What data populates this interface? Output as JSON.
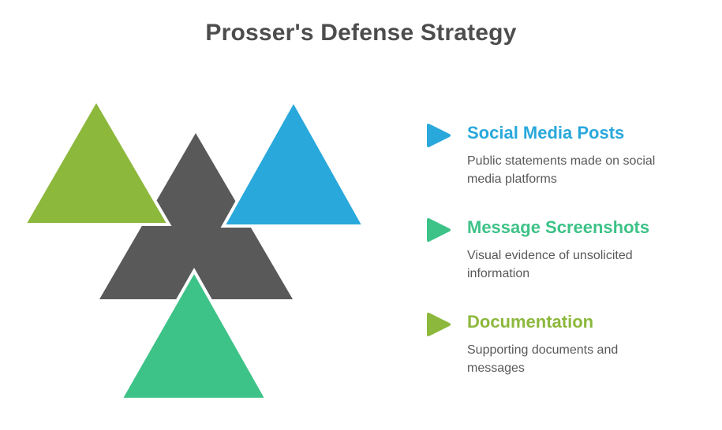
{
  "title": "Prosser's Defense Strategy",
  "colors": {
    "background": "#ffffff",
    "title_text": "#4d4d4d",
    "body_text": "#595959",
    "center_triangle": "#595959",
    "separator": "#ffffff"
  },
  "diagram": {
    "triangles": [
      {
        "name": "center-triangle",
        "color_ref": "colors.center_triangle"
      },
      {
        "name": "documentation-triangle",
        "color_ref": "legend.items.2.color"
      },
      {
        "name": "social-media-posts-triangle",
        "color_ref": "legend.items.0.color"
      },
      {
        "name": "message-screenshots-triangle",
        "color_ref": "legend.items.1.color"
      }
    ]
  },
  "legend": {
    "items": [
      {
        "label": "Social Media Posts",
        "description": "Public statements made on social media platforms",
        "color": "#29a8db",
        "icon": "right-arrow-triangle"
      },
      {
        "label": "Message Screenshots",
        "description": "Visual evidence of unsolicited information",
        "color": "#3dc287",
        "icon": "right-arrow-triangle"
      },
      {
        "label": "Documentation",
        "description": "Supporting documents and messages",
        "color": "#8cb83c",
        "icon": "right-arrow-triangle"
      }
    ]
  }
}
